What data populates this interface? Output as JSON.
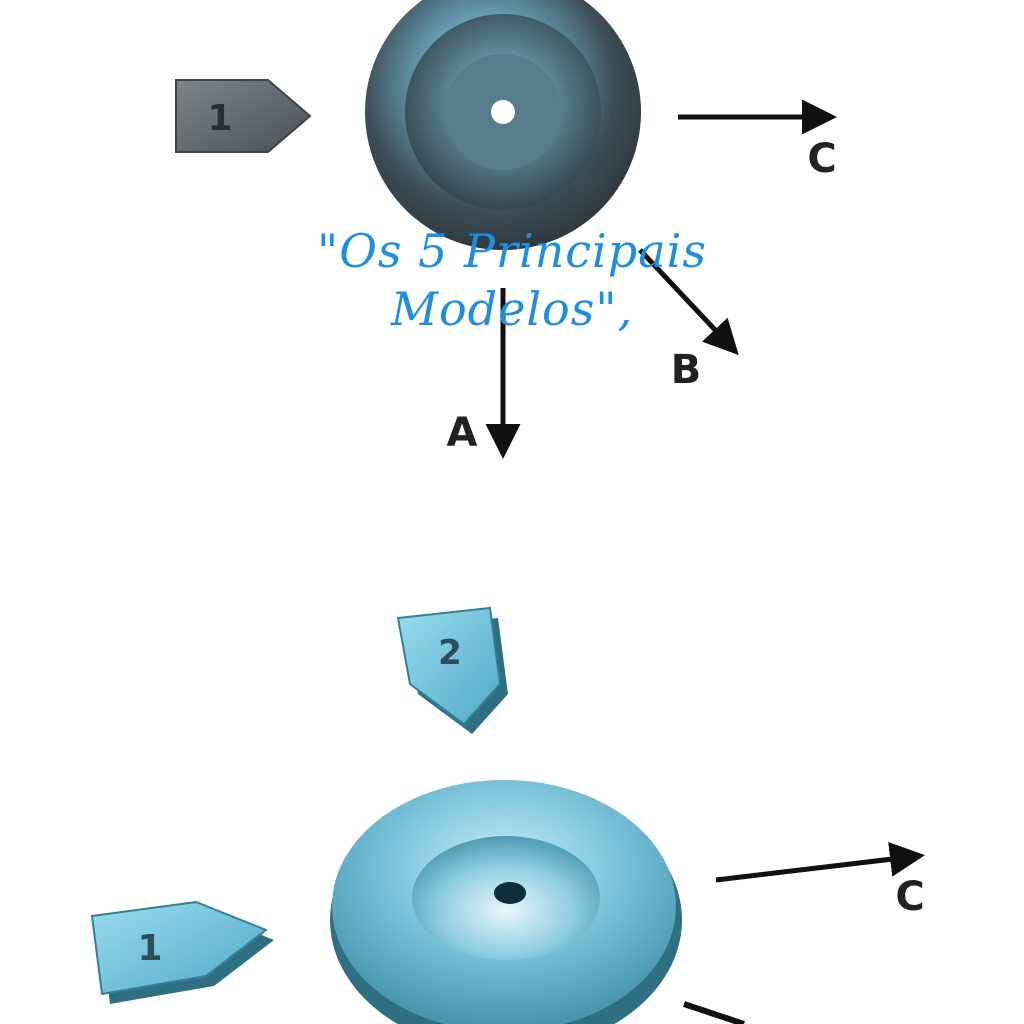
{
  "overlay_text": "\"Os 5 Principais Modelos\",",
  "top_diagram": {
    "input_label": "1",
    "outputs": [
      "A",
      "B",
      "C"
    ],
    "colors": {
      "marker": "#5f666b",
      "disc_outer": "#4f5a61",
      "disc_highlight": "#9fd0e0"
    }
  },
  "bottom_diagram": {
    "input_labels": [
      "1",
      "2"
    ],
    "outputs": [
      "C"
    ],
    "colors": {
      "marker": "#6cc0dc",
      "disc": "#6fbad2",
      "disc_dark": "#2f6f82"
    }
  },
  "colors": {
    "overlay": "#1e8fe0",
    "arrow": "#111111"
  }
}
